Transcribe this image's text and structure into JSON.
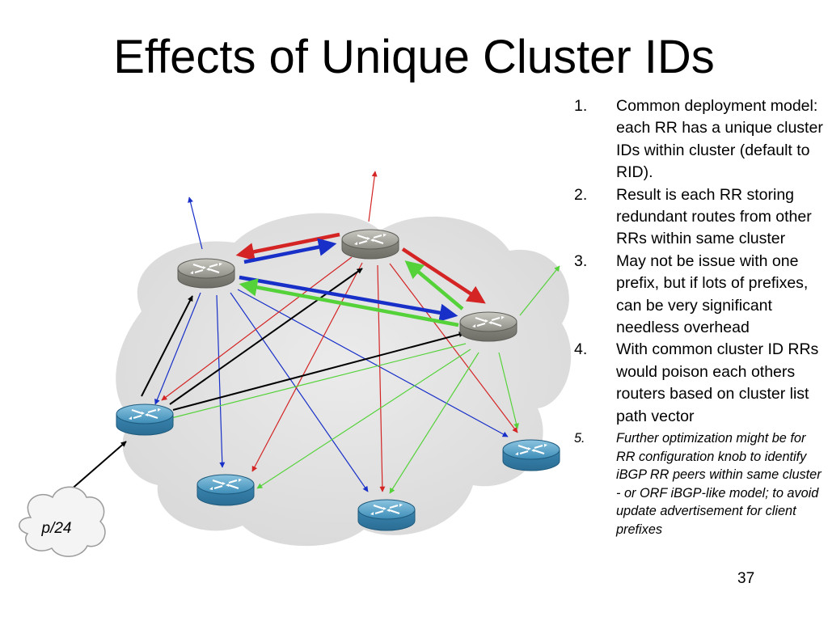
{
  "slide": {
    "title": "Effects of Unique Cluster IDs",
    "page_number": "37"
  },
  "diagram": {
    "prefix_label": "p/24",
    "colors": {
      "cloud": "#e3e3e3",
      "rr_router": "#a3a39b",
      "client_router": "#4f9cc3",
      "blue_link": "#1830c8",
      "red_link": "#d42424",
      "green_link": "#55d23a",
      "black_link": "#000000"
    },
    "icons": [
      "route-reflector-router-icon",
      "client-router-icon",
      "cloud-icon"
    ]
  },
  "notes": [
    {
      "num": "1.",
      "text": "Common deployment model: each RR has a unique cluster IDs within cluster (default to RID)."
    },
    {
      "num": "2.",
      "text": "Result is each RR storing redundant routes from other RRs within same cluster"
    },
    {
      "num": "3.",
      "text": "May not be issue with one prefix, but if lots of prefixes, can be very significant needless overhead"
    },
    {
      "num": "4.",
      "text": "With common cluster ID RRs would poison each others routers based on cluster list path vector"
    },
    {
      "num": "5.",
      "text": "Further optimization might be for RR configuration knob to identify iBGP RR peers within same cluster - or ORF iBGP-like model; to avoid update advertisement for client prefixes"
    }
  ]
}
